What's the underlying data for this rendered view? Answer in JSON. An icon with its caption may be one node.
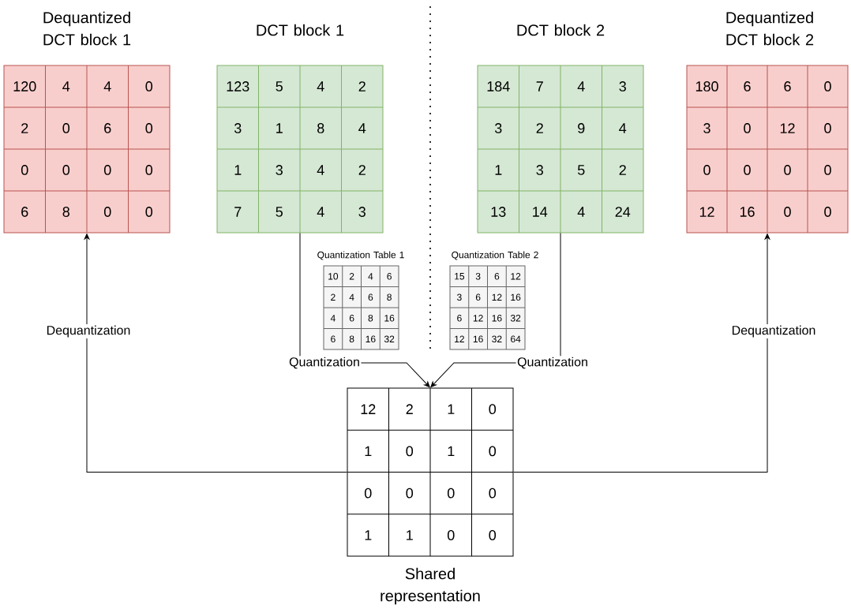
{
  "diagram": {
    "nodes": [
      {
        "text": [
          "Dequantized DCT block 1",
          "120",
          "4",
          "4",
          "0",
          "2",
          "0",
          "6",
          "0",
          "0",
          "0",
          "0",
          "0",
          "6",
          "8",
          "0",
          "0"
        ]
      },
      {
        "text": [
          "DCT block 1",
          "123",
          "5",
          "4",
          "2",
          "3",
          "1",
          "8",
          "4",
          "1",
          "3",
          "4",
          "2",
          "7",
          "5",
          "4",
          "3"
        ]
      },
      {
        "text": [
          "DCT block 2",
          "184",
          "7",
          "4",
          "3",
          "3",
          "2",
          "9",
          "4",
          "1",
          "3",
          "5",
          "2",
          "13",
          "14",
          "4",
          "24"
        ]
      },
      {
        "text": [
          "Dequantized DCT block 2",
          "180",
          "6",
          "6",
          "0",
          "3",
          "0",
          "12",
          "0",
          "0",
          "0",
          "0",
          "0",
          "12",
          "16",
          "0",
          "0"
        ]
      },
      {
        "text": [
          "Quantization Table 1",
          "10",
          "2",
          "4",
          "6",
          "2",
          "4",
          "6",
          "8",
          "4",
          "6",
          "8",
          "16",
          "6",
          "8",
          "16",
          "32"
        ]
      },
      {
        "text": [
          "Quantization Table 2",
          "15",
          "3",
          "6",
          "12",
          "3",
          "6",
          "12",
          "16",
          "6",
          "12",
          "16",
          "32",
          "12",
          "16",
          "32",
          "64"
        ]
      },
      {
        "text": [
          "Shared representation",
          "12",
          "2",
          "1",
          "0",
          "1",
          "0",
          "1",
          "0",
          "0",
          "0",
          "0",
          "0",
          "1",
          "1",
          "0",
          "0"
        ]
      }
    ],
    "edges": [
      {
        "from": 1,
        "to": 6,
        "arrow": "to",
        "label": "Quantization"
      },
      {
        "from": 2,
        "to": 6,
        "arrow": "to",
        "label": "Quantization"
      },
      {
        "from": 6,
        "to": 0,
        "arrow": "to",
        "label": "Dequantization"
      },
      {
        "from": 6,
        "to": 3,
        "arrow": "to",
        "label": "Dequantization"
      }
    ]
  }
}
